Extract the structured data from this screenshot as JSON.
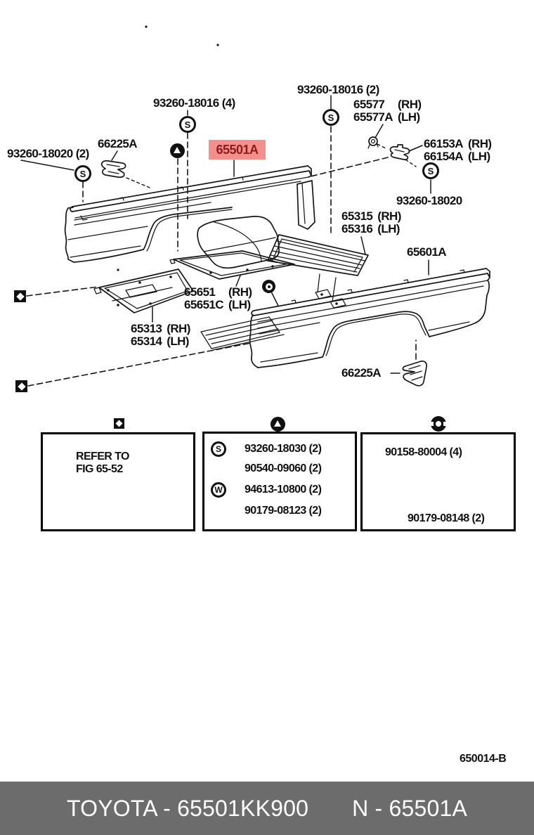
{
  "labels": {
    "b18016_4": "93260-18016 (4)",
    "b18016_2": "93260-18016 (2)",
    "p65577": {
      "rows": [
        [
          "65577",
          "(RH)"
        ],
        [
          "65577A",
          "(LH)"
        ]
      ]
    },
    "p66153": {
      "rows": [
        [
          "66153A",
          "(RH)"
        ],
        [
          "66154A",
          "(LH)"
        ]
      ]
    },
    "b18020": "93260-18020",
    "b18020_2": "93260-18020 (2)",
    "clip_top": "66225A",
    "p65501a": "65501A",
    "p65315": {
      "rows": [
        [
          "65315",
          "(RH)"
        ],
        [
          "65316",
          "(LH)"
        ]
      ]
    },
    "p65601a": "65601A",
    "p65651": {
      "rows": [
        [
          "65651",
          "(RH)"
        ],
        [
          "65651C",
          "(LH)"
        ]
      ]
    },
    "p65313": {
      "rows": [
        [
          "65313",
          "(RH)"
        ],
        [
          "65314",
          "(LH)"
        ]
      ]
    },
    "clip_bottom": "66225A"
  },
  "icons": {
    "s": "S",
    "w": "W"
  },
  "legend": {
    "refer_box": {
      "line1": "REFER TO",
      "line2": "FIG 65-52"
    },
    "hardware_box": {
      "items": [
        {
          "icon": "s-circle",
          "label": "93260-18030 (2)"
        },
        {
          "icon": "grommet",
          "label": "90540-09060 (2)"
        },
        {
          "icon": "w-circle",
          "label": "94613-10800 (2)"
        },
        {
          "icon": "black-nut",
          "label": "90179-08123 (2)"
        }
      ]
    },
    "fastener_box": {
      "bolt_label": "90158-80004 (4)",
      "nut_label": "90179-08148 (2)"
    }
  },
  "figure_code": "650014-B",
  "footer": {
    "left": "TOYOTA - 65501KK900",
    "right": "N - 65501A"
  },
  "colors": {
    "highlight_bg": "#f2908e",
    "highlight_text": "#8f1b1b",
    "footer_bg": "#6c6c6c",
    "line": "#161616"
  }
}
